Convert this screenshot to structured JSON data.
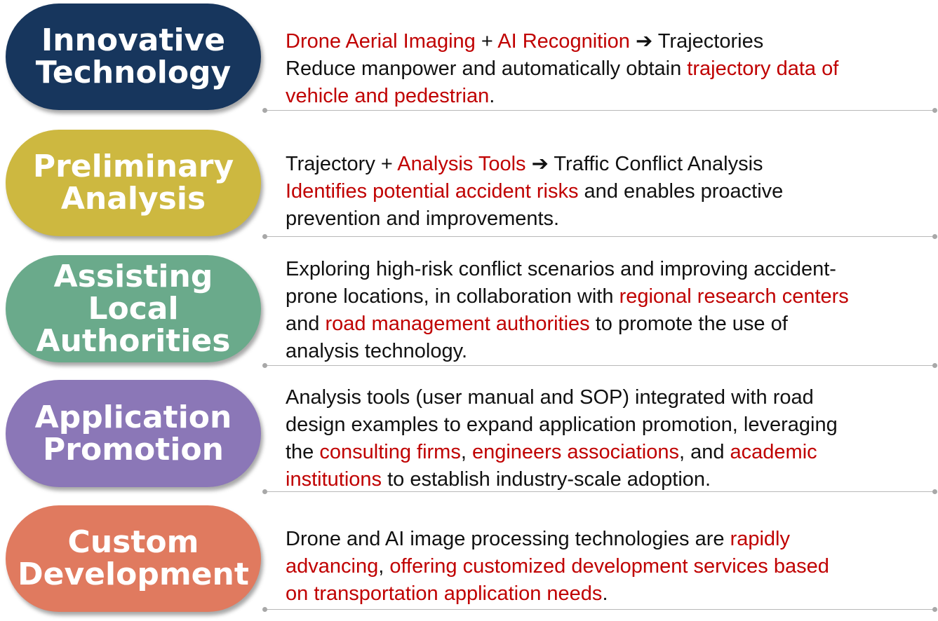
{
  "rows": [
    {
      "title": "Innovative\nTechnology",
      "color": "#17365d",
      "lines": [
        [
          {
            "t": "Drone Aerial Imaging",
            "red": true
          },
          {
            "t": " + ",
            "red": false
          },
          {
            "t": "AI Recognition",
            "red": true
          },
          {
            "t": " ➔ ",
            "red": false
          },
          {
            "t": "Trajectories",
            "red": false
          }
        ],
        [
          {
            "t": "Reduce manpower and automatically obtain ",
            "red": false
          },
          {
            "t": "trajectory data of",
            "red": true
          }
        ],
        [
          {
            "t": "vehicle and pedestrian",
            "red": true
          },
          {
            "t": ".",
            "red": false
          }
        ]
      ]
    },
    {
      "title": "Preliminary\nAnalysis",
      "color": "#cdb840",
      "lines": [
        [
          {
            "t": "Trajectory + ",
            "red": false
          },
          {
            "t": "Analysis Tools",
            "red": true
          },
          {
            "t": " ➔ Traffic Conflict Analysis",
            "red": false
          }
        ],
        [
          {
            "t": "Identifies potential accident risks",
            "red": true
          },
          {
            "t": " and enables proactive",
            "red": false
          }
        ],
        [
          {
            "t": "prevention and improvements.",
            "red": false
          }
        ]
      ]
    },
    {
      "title": "Assisting Local\nAuthorities",
      "color": "#6aaa8b",
      "lines": [
        [
          {
            "t": "Exploring high-risk conflict scenarios and improving accident-",
            "red": false
          }
        ],
        [
          {
            "t": "prone locations, in collaboration with ",
            "red": false
          },
          {
            "t": "regional research centers",
            "red": true
          }
        ],
        [
          {
            "t": "and ",
            "red": false
          },
          {
            "t": "road management authorities",
            "red": true
          },
          {
            "t": " to promote the use of",
            "red": false
          }
        ],
        [
          {
            "t": "analysis technology.",
            "red": false
          }
        ]
      ]
    },
    {
      "title": "Application\nPromotion",
      "color": "#8b77b7",
      "lines": [
        [
          {
            "t": "Analysis tools (user manual and SOP) integrated with road",
            "red": false
          }
        ],
        [
          {
            "t": "design examples to expand application promotion, leveraging",
            "red": false
          }
        ],
        [
          {
            "t": "the ",
            "red": false
          },
          {
            "t": "consulting firms",
            "red": true
          },
          {
            "t": ", ",
            "red": false
          },
          {
            "t": "engineers associations",
            "red": true
          },
          {
            "t": ", and ",
            "red": false
          },
          {
            "t": "academic",
            "red": true
          }
        ],
        [
          {
            "t": "institutions",
            "red": true
          },
          {
            "t": " to establish industry-scale adoption.",
            "red": false
          }
        ]
      ]
    },
    {
      "title": "Custom\nDevelopment",
      "color": "#e07a5f",
      "lines": [
        [
          {
            "t": "Drone and AI image processing technologies are ",
            "red": false
          },
          {
            "t": "rapidly",
            "red": true
          }
        ],
        [
          {
            "t": "advancing",
            "red": true
          },
          {
            "t": ", ",
            "red": false
          },
          {
            "t": "offering customized development services based",
            "red": true
          }
        ],
        [
          {
            "t": "on transportation application needs",
            "red": true
          },
          {
            "t": ".",
            "red": false
          }
        ]
      ]
    }
  ]
}
